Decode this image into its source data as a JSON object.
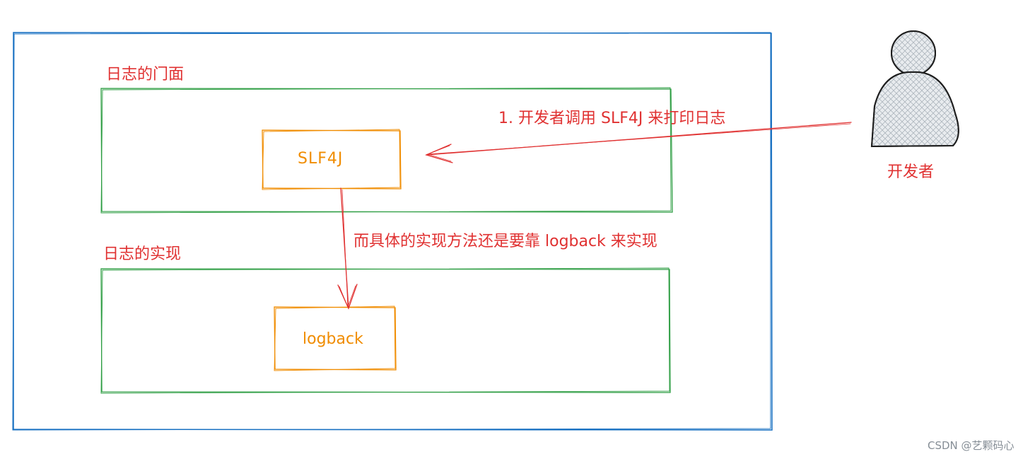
{
  "colors": {
    "outer_frame": "#1971c2",
    "group_frame": "#2f9e44",
    "box_frame": "#f08c00",
    "arrow": "#e03131",
    "label_red": "#e03131",
    "box_text": "#f08c00",
    "person_stroke": "#1e1e1e",
    "person_fill": "#e9ecef",
    "watermark": "#868e96"
  },
  "groups": {
    "facade": {
      "title": "日志的门面"
    },
    "impl": {
      "title": "日志的实现"
    }
  },
  "boxes": {
    "slf4j": {
      "label": "SLF4J"
    },
    "logback": {
      "label": "logback"
    }
  },
  "actor": {
    "label": "开发者",
    "icon": "person-icon"
  },
  "arrows": {
    "call": {
      "label": "1. 开发者调用 SLF4J 来打印日志"
    },
    "delegate": {
      "label": "而具体的实现方法还是要靠 logback 来实现"
    }
  },
  "watermark": "CSDN @艺颗码心"
}
